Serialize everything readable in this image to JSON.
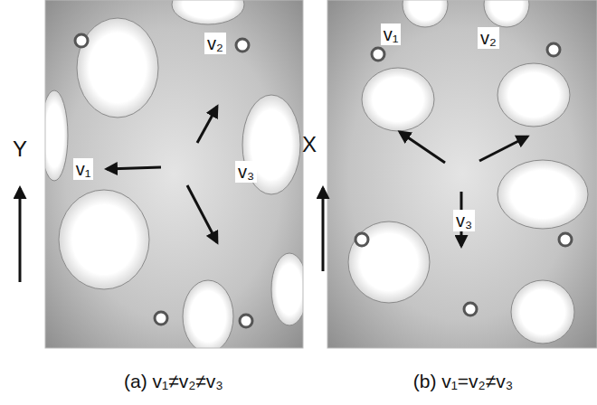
{
  "diagram": {
    "labels": [
      "Y",
      "v₁",
      "v₂",
      "v₃",
      "X",
      "v₁",
      "v₂",
      "v₃",
      "(a) v₁≠v₂≠v₃",
      "(b) v₁=v₂≠v₃"
    ]
  }
}
